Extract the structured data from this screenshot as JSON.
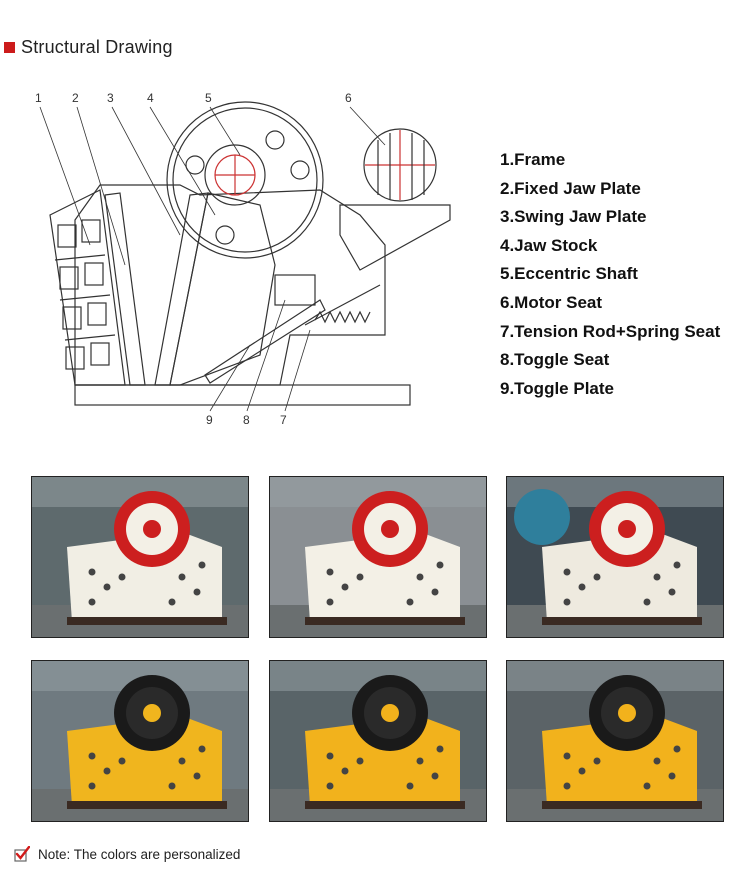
{
  "header": {
    "title": "Structural Drawing"
  },
  "drawing": {
    "callouts": [
      "1",
      "2",
      "3",
      "4",
      "5",
      "6",
      "9",
      "8",
      "7"
    ]
  },
  "legend": {
    "items": [
      "1.Frame",
      "2.Fixed Jaw Plate",
      "3.Swing Jaw Plate",
      "4.Jaw Stock",
      "5.Eccentric Shaft",
      "6.Motor Seat",
      "7.Tension Rod+Spring Seat",
      "8.Toggle Seat",
      "9.Toggle Plate"
    ]
  },
  "photos": [
    {
      "body": "#f1eee4",
      "wheel": "#cc1f1f",
      "hub": "#cc1f1f",
      "bg": "#5e6a6d"
    },
    {
      "body": "#f3f0e6",
      "wheel": "#cc1f1f",
      "hub": "#cc1f1f",
      "bg": "#8a8f93"
    },
    {
      "body": "#eeeadf",
      "wheel": "#cc1f1f",
      "hub": "#cc1f1f",
      "bg": "#3f4a52",
      "motor": "#2f7f9c"
    },
    {
      "body": "#f0b51e",
      "wheel": "#1a1a1a",
      "hub": "#f0b51e",
      "bg": "#6f7a80"
    },
    {
      "body": "#f2b21c",
      "wheel": "#1a1a1a",
      "hub": "#f2b21c",
      "bg": "#596468"
    },
    {
      "body": "#f2b21c",
      "wheel": "#1a1a1a",
      "hub": "#f2b21c",
      "bg": "#5b6367"
    }
  ],
  "note": {
    "text": "Note: The colors are personalized",
    "check_color": "#d21b1b"
  }
}
